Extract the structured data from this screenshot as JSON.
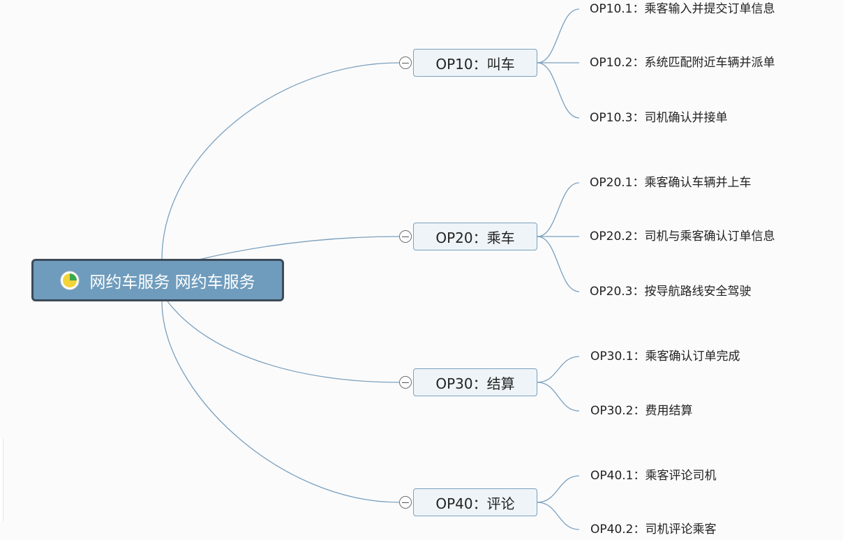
{
  "root": {
    "label": "网约车服务 网约车服务",
    "icon": "pie-chart-icon"
  },
  "branches": [
    {
      "label": "OP10：叫车",
      "children": [
        "OP10.1：乘客输入并提交订单信息",
        "OP10.2：系统匹配附近车辆并派单",
        "OP10.3：司机确认并接单"
      ]
    },
    {
      "label": "OP20：乘车",
      "children": [
        "OP20.1：乘客确认车辆并上车",
        "OP20.2：司机与乘客确认订单信息",
        "OP20.3：按导航路线安全驾驶"
      ]
    },
    {
      "label": "OP30：结算",
      "children": [
        "OP30.1：乘客确认订单完成",
        "OP30.2：费用结算"
      ]
    },
    {
      "label": "OP40：评论",
      "children": [
        "OP40.1：乘客评论司机",
        "OP40.2：司机评论乘客"
      ]
    }
  ],
  "colors": {
    "root_fill": "#6f9cbd",
    "root_border": "#3b4a58",
    "branch_fill": "#eef4f8",
    "branch_border": "#7aa0bd",
    "connector": "#7aa0bd",
    "icon_yellow": "#f2d33a",
    "icon_green": "#3aa84a"
  }
}
